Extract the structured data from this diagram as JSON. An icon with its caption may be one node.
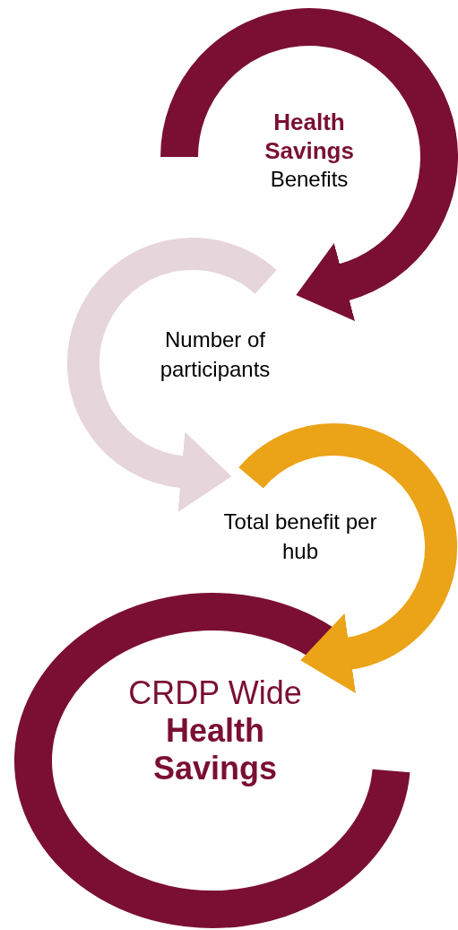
{
  "diagram": {
    "nodes": [
      {
        "text": [
          "Health Savings",
          "Benefits"
        ]
      },
      {
        "text": [
          "Number of participants"
        ]
      },
      {
        "text": [
          "Total benefit per hub"
        ]
      },
      {
        "text": [
          "CRDP Wide",
          "Health Savings"
        ]
      }
    ],
    "edges": [
      {
        "from": null,
        "to": 1,
        "arrow": "to",
        "color": "#7a0f33"
      },
      {
        "from": null,
        "to": 2,
        "arrow": "to",
        "color": "#e6d5db"
      },
      {
        "from": null,
        "to": 3,
        "arrow": "to",
        "color": "#eba317"
      }
    ]
  }
}
